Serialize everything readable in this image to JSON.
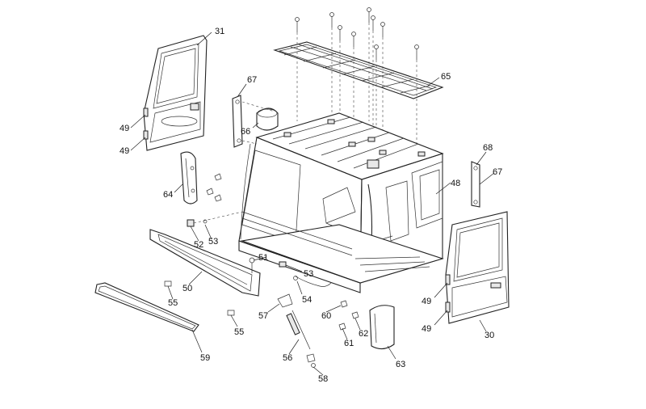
{
  "callouts": [
    {
      "id": "c31",
      "text": "31"
    },
    {
      "id": "c49a",
      "text": "49"
    },
    {
      "id": "c49b",
      "text": "49"
    },
    {
      "id": "c67a",
      "text": "67"
    },
    {
      "id": "c66",
      "text": "66"
    },
    {
      "id": "c65",
      "text": "65"
    },
    {
      "id": "c64",
      "text": "64"
    },
    {
      "id": "c52",
      "text": "52"
    },
    {
      "id": "c53a",
      "text": "53"
    },
    {
      "id": "c51",
      "text": "51"
    },
    {
      "id": "c53b",
      "text": "53"
    },
    {
      "id": "c50",
      "text": "50"
    },
    {
      "id": "c55a",
      "text": "55"
    },
    {
      "id": "c54",
      "text": "54"
    },
    {
      "id": "c57",
      "text": "57"
    },
    {
      "id": "c55b",
      "text": "55"
    },
    {
      "id": "c60",
      "text": "60"
    },
    {
      "id": "c62",
      "text": "62"
    },
    {
      "id": "c61",
      "text": "61"
    },
    {
      "id": "c59",
      "text": "59"
    },
    {
      "id": "c56",
      "text": "56"
    },
    {
      "id": "c58",
      "text": "58"
    },
    {
      "id": "c63",
      "text": "63"
    },
    {
      "id": "c68",
      "text": "68"
    },
    {
      "id": "c67b",
      "text": "67"
    },
    {
      "id": "c48",
      "text": "48"
    },
    {
      "id": "c49c",
      "text": "49"
    },
    {
      "id": "c49d",
      "text": "49"
    },
    {
      "id": "c30",
      "text": "30"
    }
  ]
}
